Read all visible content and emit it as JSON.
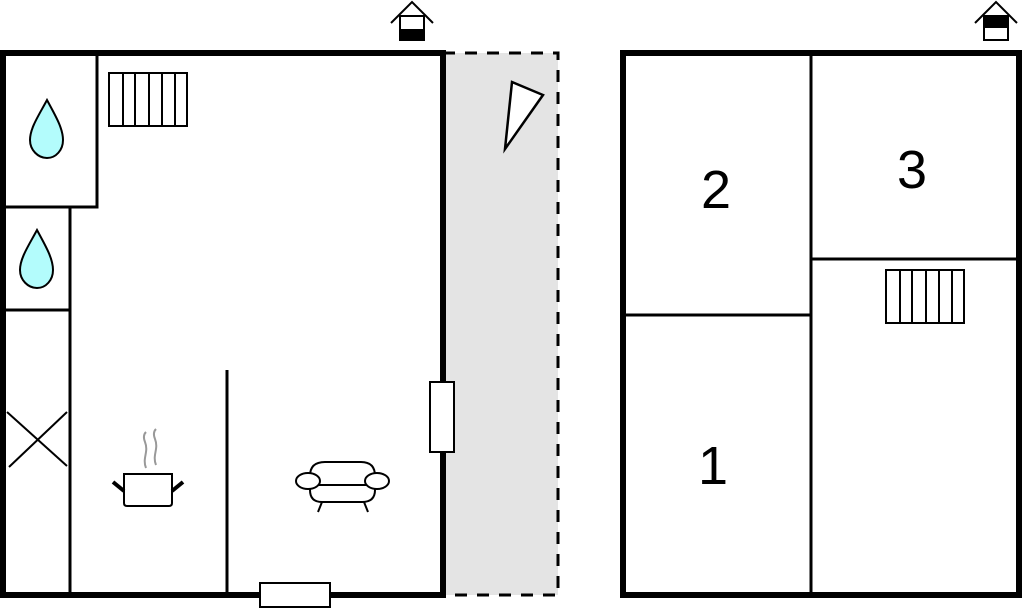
{
  "diagram": {
    "type": "floor-plan",
    "colors": {
      "wall": "#000000",
      "background": "#ffffff",
      "terrace_fill": "#e4e4e4",
      "water_drop": "#b3fcfc",
      "steam": "#999999"
    },
    "floors": [
      {
        "id": "ground-floor",
        "indicator_icon": "house-ground-floor-icon",
        "rooms": [
          {
            "name": "bathroom",
            "icon": "water-drop-icon"
          },
          {
            "name": "toilet",
            "icon": "water-drop-icon"
          },
          {
            "name": "storage",
            "icon": "cross-icon"
          },
          {
            "name": "kitchen",
            "icon": "cooking-pot-icon"
          },
          {
            "name": "living-room",
            "icon": "sofa-icon"
          },
          {
            "name": "stairs",
            "icon": "stairs-icon"
          }
        ],
        "outdoor": [
          {
            "name": "terrace",
            "icon": "terrace-triangle-icon"
          }
        ]
      },
      {
        "id": "first-floor",
        "indicator_icon": "house-upper-floor-icon",
        "rooms": [
          {
            "name": "bedroom-1",
            "label": "1"
          },
          {
            "name": "bedroom-2",
            "label": "2"
          },
          {
            "name": "bedroom-3",
            "label": "3"
          },
          {
            "name": "landing",
            "icon": "stairs-icon"
          }
        ]
      }
    ]
  }
}
